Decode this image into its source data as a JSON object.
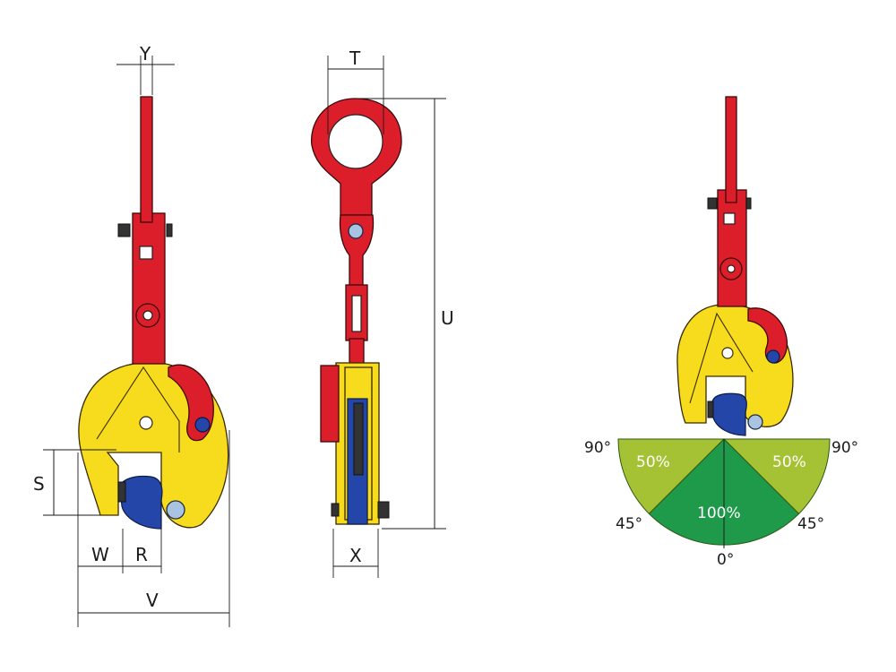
{
  "dimensions": {
    "Y": "Y",
    "T": "T",
    "U": "U",
    "S": "S",
    "W": "W",
    "R": "R",
    "V": "V",
    "X": "X"
  },
  "angle_diagram": {
    "left_90": "90°",
    "right_90": "90°",
    "left_45": "45°",
    "right_45": "45°",
    "bottom_0": "0°",
    "zone_left": "50%",
    "zone_center": "100%",
    "zone_right": "50%",
    "colors": {
      "outer_zone": "#a5c234",
      "center_zone": "#1f9a4a"
    }
  },
  "colors": {
    "body": "#f6dc1c",
    "lifting_eye": "#dc1e2b",
    "jaw": "#2346a8"
  }
}
